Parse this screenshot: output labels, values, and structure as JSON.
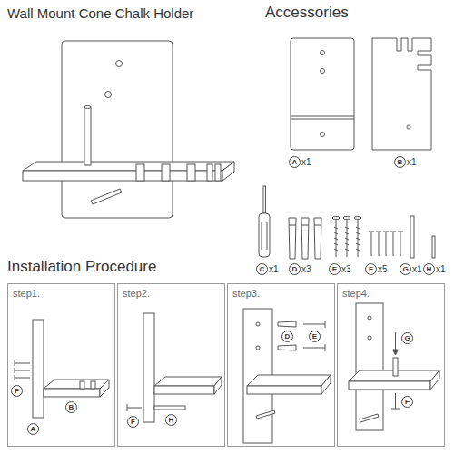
{
  "diagram": {
    "title": "Wall Mount Cone Chalk Holder",
    "nodes": [
      {
        "text": [
          "step1."
        ]
      },
      {
        "text": [
          "step2."
        ]
      },
      {
        "text": [
          "step3."
        ]
      },
      {
        "text": [
          "step4."
        ]
      }
    ],
    "labels": [
      "Accessories",
      "A",
      "x1",
      "B",
      "x1",
      "C",
      "x1",
      "D",
      "x3",
      "E",
      "x3",
      "F",
      "x5",
      "G",
      "x1",
      "H",
      "x1",
      "Installation Procedure",
      "F",
      "B",
      "A",
      "F",
      "H",
      "D",
      "E",
      "G",
      "F"
    ]
  }
}
